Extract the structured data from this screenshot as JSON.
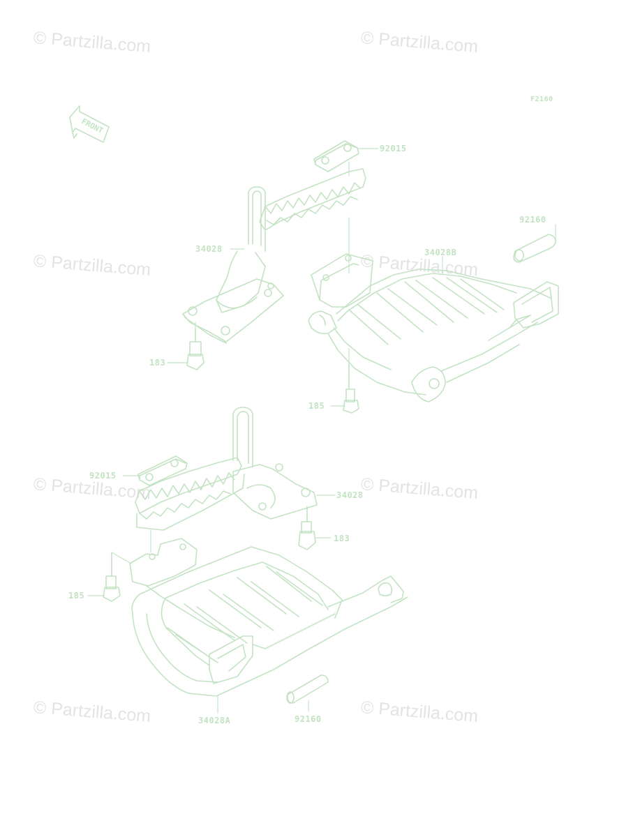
{
  "figure_code": "F2160",
  "front_arrow_text": "FRONT",
  "watermark": "© Partzilla.com",
  "callouts": {
    "c_92015_top": "92015",
    "c_92160_top": "92160",
    "c_34028_top": "34028",
    "c_34028B": "34028B",
    "c_183_top": "183",
    "c_185_top": "185",
    "c_92015_bottom": "92015",
    "c_34028_bottom": "34028",
    "c_183_bottom": "183",
    "c_185_bottom": "185",
    "c_34028A": "34028A",
    "c_92160_bottom": "92160"
  },
  "colors": {
    "line": "#c4e2c4",
    "text": "#c2e3c2",
    "watermark": "#e3e3e3",
    "background": "#ffffff"
  }
}
